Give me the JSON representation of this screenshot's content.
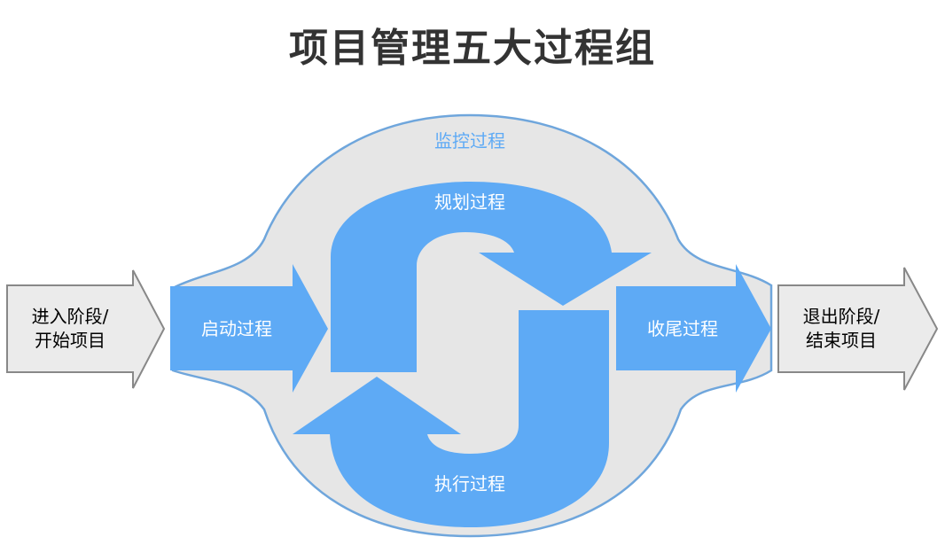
{
  "title": "项目管理五大过程组",
  "enter": {
    "line1": "进入阶段/",
    "line2": "开始项目"
  },
  "exit": {
    "line1": "退出阶段/",
    "line2": "结束项目"
  },
  "processes": {
    "monitoring": "监控过程",
    "planning": "规划过程",
    "initiating": "启动过程",
    "executing": "执行过程",
    "closing": "收尾过程"
  },
  "colors": {
    "accent": "#5eaaf5",
    "blob": "#e6e6e6",
    "blob_outline": "#6fa6dc",
    "box": "#ebebeb"
  }
}
